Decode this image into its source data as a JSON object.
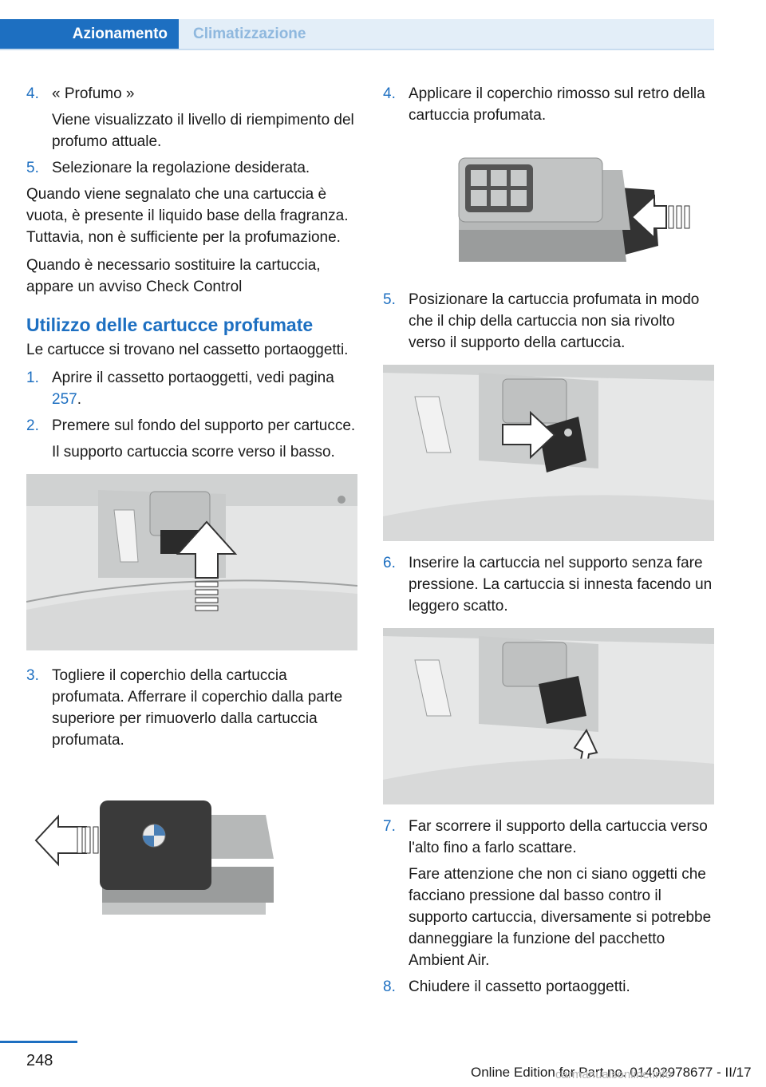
{
  "header": {
    "tab_active": "Azionamento",
    "tab_inactive": "Climatizzazione"
  },
  "left": {
    "step4_num": "4.",
    "step4_title": "« Profumo »",
    "step4_sub": "Viene visualizzato il livello di riempimento del profumo attuale.",
    "step5_num": "5.",
    "step5_text": "Selezionare la regolazione desiderata.",
    "para1": "Quando viene segnalato che una cartuccia è vuota, è presente il liquido base della fragranza. Tuttavia, non è sufficiente per la profumazione.",
    "para2": "Quando è necessario sostituire la cartuccia, appare un avviso Check Control",
    "section_title": "Utilizzo delle cartucce profumate",
    "intro": "Le cartucce si trovano nel cassetto portaoggetti.",
    "s1_num": "1.",
    "s1_text": "Aprire il cassetto portaoggetti, vedi pagina",
    "s1_link": "257",
    "s1_end": ".",
    "s2_num": "2.",
    "s2_text": "Premere sul fondo del supporto per cartucce.",
    "s2_sub": "Il supporto cartuccia scorre verso il basso.",
    "s3_num": "3.",
    "s3_text": "Togliere il coperchio della cartuccia profumata. Afferrare il coperchio dalla parte superiore per rimuoverlo dalla cartuccia profumata."
  },
  "right": {
    "s4_num": "4.",
    "s4_text": "Applicare il coperchio rimosso sul retro della cartuccia profumata.",
    "s5_num": "5.",
    "s5_text": "Posizionare la cartuccia profumata in modo che il chip della cartuccia non sia rivolto verso il supporto della cartuccia.",
    "s6_num": "6.",
    "s6_text": "Inserire la cartuccia nel supporto senza fare pressione. La cartuccia si innesta facendo un leggero scatto.",
    "s7_num": "7.",
    "s7_text": "Far scorrere il supporto della cartuccia verso l'alto fino a farlo scattare.",
    "s7_sub": "Fare attenzione che non ci siano oggetti che facciano pressione dal basso contro il supporto cartuccia, diversamente si potrebbe danneggiare la funzione del pacchetto Ambient Air.",
    "s8_num": "8.",
    "s8_text": "Chiudere il cassetto portaoggetti."
  },
  "footer": {
    "page_number": "248",
    "edition": "Online Edition for Part no. 01402978677 - II/17",
    "watermark": "carmanualsonline.info"
  },
  "colors": {
    "accent": "#1d6fc1",
    "tab_inactive_bg": "#e3eef8"
  }
}
